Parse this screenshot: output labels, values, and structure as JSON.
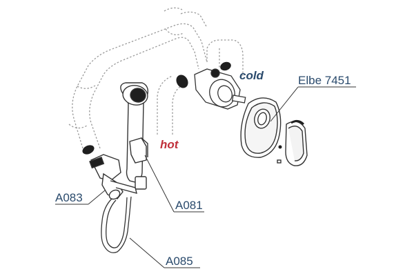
{
  "labels": {
    "hot": "hot",
    "cold": "cold",
    "mixer": "Elbe 7451",
    "outlet": "A083",
    "holder": "A081",
    "hose": "A085"
  },
  "colors": {
    "hot": "#c0303a",
    "cold": "#2a4a6c",
    "label": "#2a4a6c",
    "line": "#333333",
    "pipe": "#9a9a9a",
    "dark": "#1f1f1f"
  }
}
